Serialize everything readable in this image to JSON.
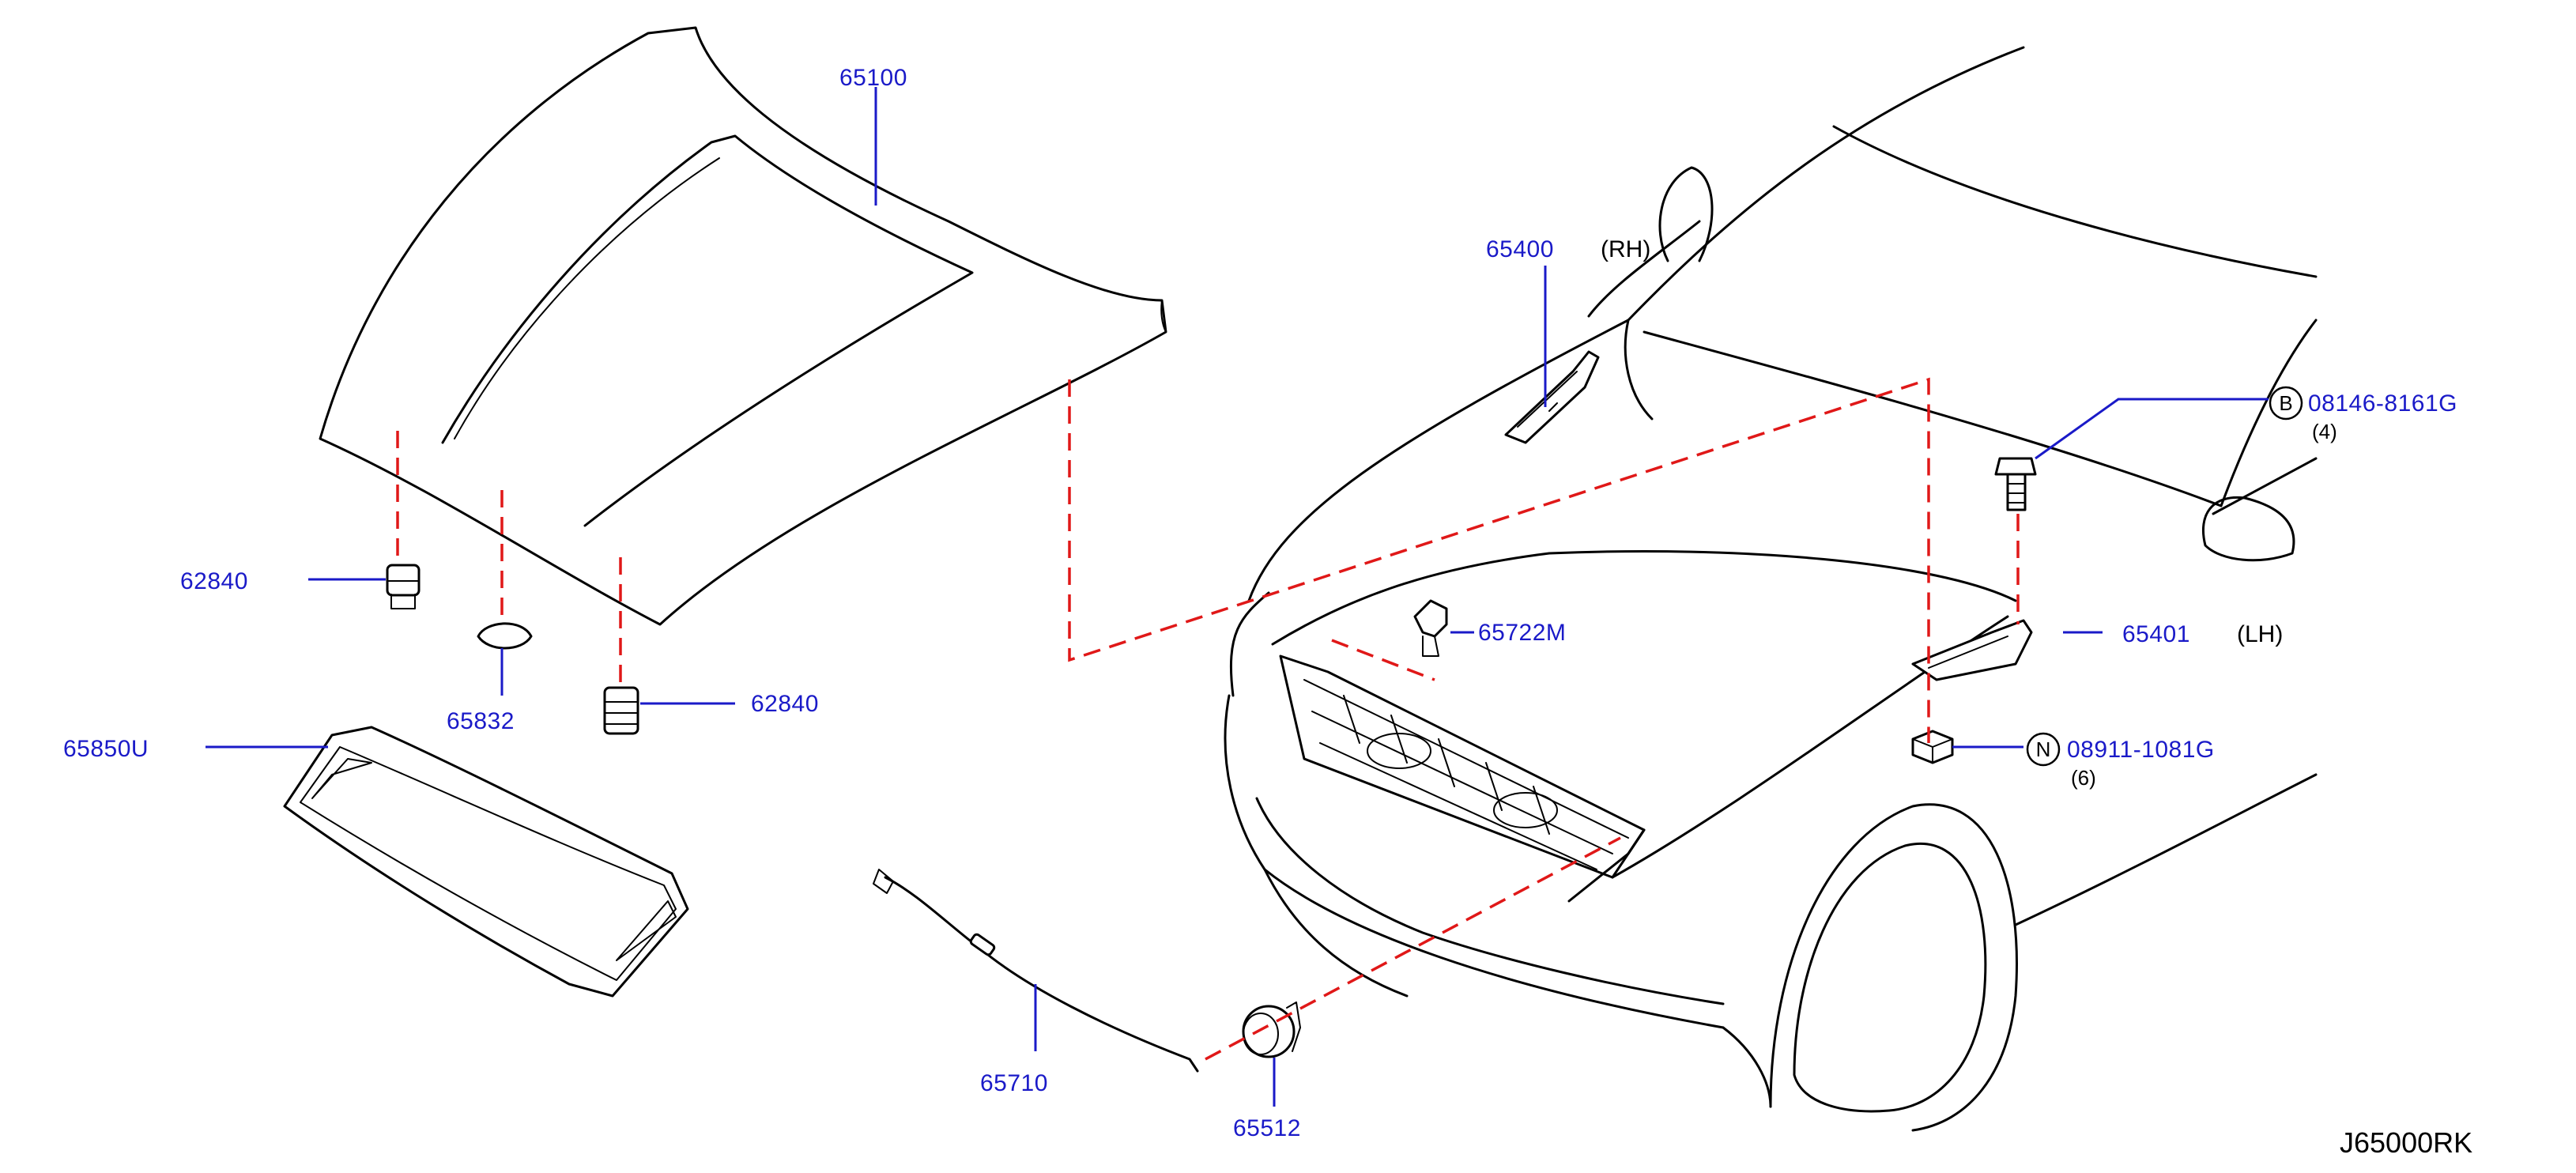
{
  "colors": {
    "line": "#000000",
    "leader": "#1a1ac8",
    "dashed_guide": "#e01818",
    "background": "#ffffff"
  },
  "callouts": {
    "hood": {
      "number": "65100"
    },
    "hinge_rh": {
      "number": "65400",
      "side": "(RH)"
    },
    "hinge_lh": {
      "number": "65401",
      "side": "(LH)"
    },
    "hood_bumper_left": {
      "number": "62840"
    },
    "hood_bumper_right": {
      "number": "62840"
    },
    "hood_insulator_clip": {
      "number": "65832"
    },
    "seal_frame": {
      "number": "65850U"
    },
    "hood_lock_cable": {
      "number": "65710"
    },
    "grommet": {
      "number": "65512"
    },
    "hood_stay_clip": {
      "number": "65722M"
    },
    "bolt": {
      "badge": "B",
      "number": "08146-8161G",
      "qty": "(4)"
    },
    "nut": {
      "badge": "N",
      "number": "08911-1081G",
      "qty": "(6)"
    }
  },
  "diagram_code": "J65000RK"
}
